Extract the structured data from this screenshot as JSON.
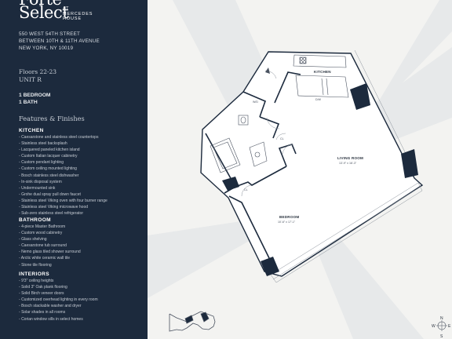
{
  "brand": {
    "name": "Forte Select",
    "sub_line1": "AT",
    "sub_line2": "MERCEDES",
    "sub_line3": "HOUSE"
  },
  "address": {
    "line1": "550 WEST 54TH STREET",
    "line2": "BETWEEN 10TH & 11TH AVENUE",
    "line3": "NEW YORK, NY 10019"
  },
  "unit": {
    "floors": "Floors 22-23",
    "name": "UNIT R",
    "bedrooms": "1 BEDROOM",
    "baths": "1 BATH"
  },
  "features_title": "Features & Finishes",
  "kitchen": {
    "title": "KITCHEN",
    "items": [
      "Caesarstone and stainless steel countertops",
      "Stainless steel backsplash",
      "Lacquered paneled kitchen island",
      "Custom Italian lacquer cabinetry",
      "Custom pendant lighting",
      "Custom ceiling mounted lighting",
      "Bosch stainless steel dishwasher",
      "In-sink disposal system",
      "Undermounted sink",
      "Grohe dual spray pull down faucet",
      "Stainless steel Viking oven with four burner range",
      "Stainless steel Viking microwave hood",
      "Sub-zero stainless steel refrigerator"
    ]
  },
  "bathroom": {
    "title": "BATHROOM",
    "items": [
      "4-piece Master Bathroom",
      "Custom wood cabinetry",
      "Glass shelving",
      "Caesarstone tub surround",
      "Nemo glass tiled shower surround",
      "Arctic white ceramic wall tile",
      "Stone tile flooring"
    ]
  },
  "interiors": {
    "title": "INTERIORS",
    "items": [
      "9'3\" ceiling heights",
      "Solid 3\" Oak plank flooring",
      "Solid Birch veneer doors",
      "Customized overhead lighting in every room",
      "Bosch stackable washer and dryer",
      "Solar shades in all rooms",
      "Corian window sills in select homes"
    ]
  },
  "plan": {
    "kitchen_label": "KITCHEN",
    "living_label": "LIVING ROOM",
    "living_dim": "13'-9\" x 16'-3\"",
    "bedroom_label": "BEDROOM",
    "bedroom_dim": "10'-6\" x 17'-1\"",
    "wd_label": "W/D",
    "dw_label": "D/W",
    "cl1_label": "CL",
    "cl2_label": "CL"
  },
  "compass": {
    "n": "N",
    "s": "S",
    "e": "E",
    "w": "W"
  },
  "colors": {
    "sidebar_bg": "#1c2a3d",
    "wall": "#1c2a3d",
    "plan_bg": "#f3f3f1"
  }
}
